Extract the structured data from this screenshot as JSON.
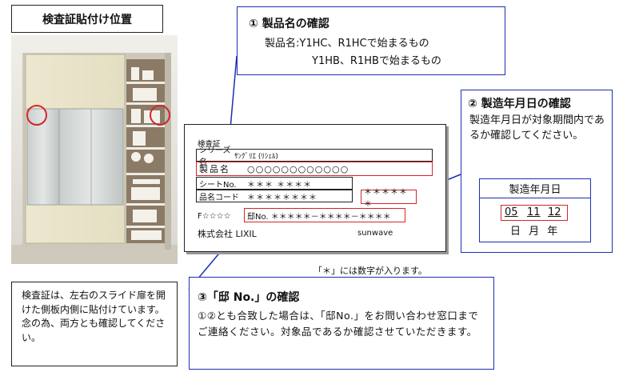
{
  "title": "検査証貼付け位置",
  "box1": {
    "heading": "① 製品名の確認",
    "line1": "製品名:Y1HC、R1HCで始まるもの",
    "line2": "Y1HB、R1HBで始まるもの"
  },
  "box2": {
    "heading": "② 製造年月日の確認",
    "body": "製造年月日が対象期間内であるか確認してください。",
    "date_header": "製造年月日",
    "date_parts": [
      "05",
      "11",
      "12"
    ],
    "date_units": "日 月 年"
  },
  "label": {
    "title": "検査証",
    "series_label": "シリーズ名",
    "series_value": "ｻﾝｸﾞﾘｴ (ﾘｼｪﾙ)",
    "product_label": "製品名",
    "product_value": "○○○○○○○○○○○○",
    "sheet_label": "シートNo.",
    "sheet_value": "＊＊＊ ＊＊＊＊",
    "code_label": "品名コード",
    "code_value": "＊＊＊＊＊＊＊＊",
    "date_value": "＊＊＊＊＊＊",
    "f_label": "F☆☆☆☆",
    "tei_value": "邸No. ＊＊＊＊＊－＊＊＊＊－＊＊＊＊",
    "company": "株式会社 LIXIL",
    "brand": "sunwave"
  },
  "star_note": "「＊」には数字が入ります。",
  "box3": {
    "heading": "③「邸 No.」の確認",
    "body": "①②とも合致した場合は、「邸No.」をお問い合わせ窓口までご連絡ください。対象品であるか確認させていただきます。"
  },
  "box_left": {
    "body": "検査証は、左右のスライド扉を開けた側板内側に貼付けています。念の為、両方とも確認してください。"
  },
  "colors": {
    "blue": "#1c2fb5",
    "red": "#d4262b"
  }
}
